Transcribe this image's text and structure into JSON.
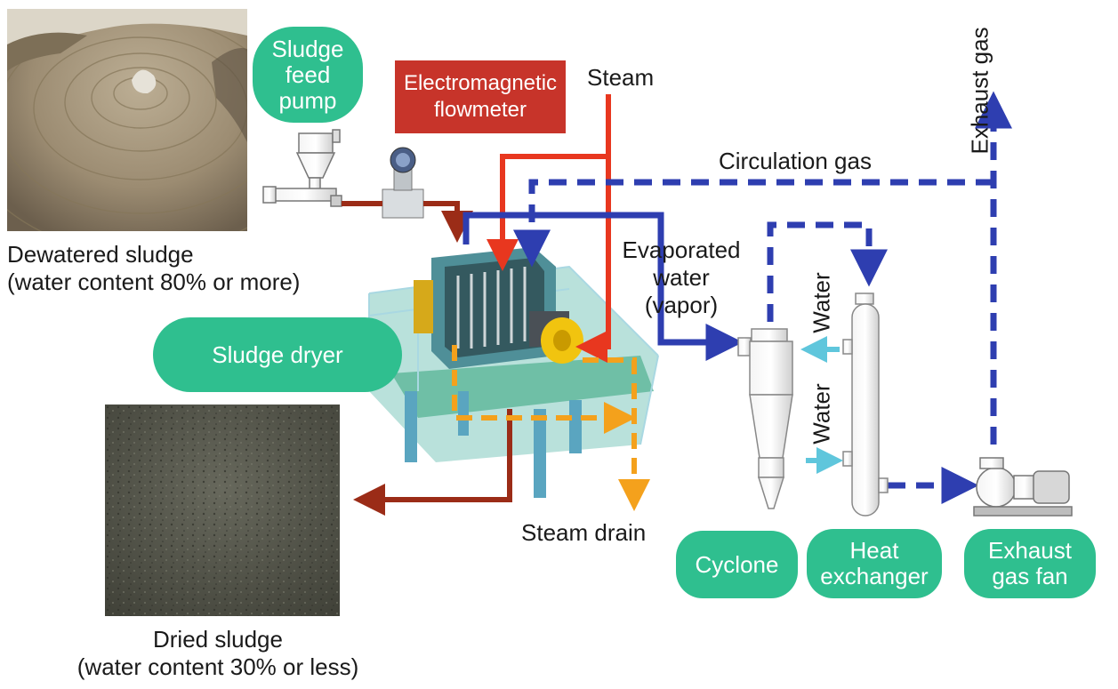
{
  "labels": {
    "dewatered_line1": "Dewatered sludge",
    "dewatered_line2": "(water content 80% or more)",
    "dried_line1": "Dried sludge",
    "dried_line2": "(water content 30% or less)",
    "steam": "Steam",
    "circulation_gas": "Circulation gas",
    "exhaust_gas": "Exhaust gas",
    "evaporated_line1": "Evaporated",
    "evaporated_line2": "water",
    "evaporated_line3": "(vapor)",
    "water_top": "Water",
    "water_bottom": "Water",
    "steam_drain": "Steam drain"
  },
  "pills": {
    "sludge_feed_pump": [
      "Sludge",
      "feed",
      "pump"
    ],
    "sludge_dryer": "Sludge dryer",
    "cyclone": "Cyclone",
    "heat_exchanger": [
      "Heat",
      "exchanger"
    ],
    "exhaust_gas_fan": [
      "Exhaust",
      "gas fan"
    ]
  },
  "flowmeter": [
    "Electromagnetic",
    "flowmeter"
  ],
  "colors": {
    "pill_green": "#2fbf8f",
    "flowmeter_red": "#c7342a",
    "steam_red": "#e8371f",
    "gas_blue": "#2e3eb0",
    "sludge_brown": "#9b2c17",
    "drain_orange": "#f4a11c",
    "water_cyan": "#5fc6dc"
  }
}
